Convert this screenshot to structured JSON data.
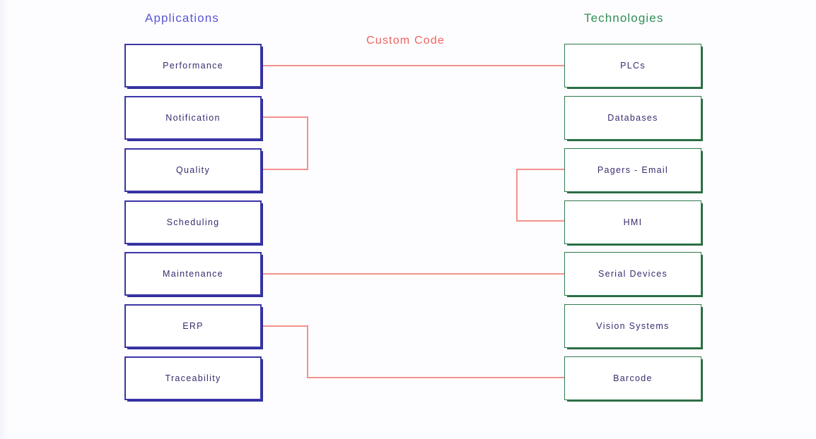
{
  "diagram": {
    "title_left": "Applications",
    "title_right": "Technologies",
    "middle_label": "Custom Code",
    "colors": {
      "applications": "#3b36a8",
      "technologies": "#2f7a4d",
      "connector": "#f4918c",
      "applications_header": "#5b55d6",
      "technologies_header": "#2f8f56",
      "middle_label": "#f2625e",
      "background": "#fdfdff"
    },
    "applications": [
      {
        "label": "Performance"
      },
      {
        "label": "Notification"
      },
      {
        "label": "Quality"
      },
      {
        "label": "Scheduling"
      },
      {
        "label": "Maintenance"
      },
      {
        "label": "ERP"
      },
      {
        "label": "Traceability"
      }
    ],
    "technologies": [
      {
        "label": "PLCs"
      },
      {
        "label": "Databases"
      },
      {
        "label": "Pagers - Email"
      },
      {
        "label": "HMI"
      },
      {
        "label": "Serial Devices"
      },
      {
        "label": "Vision Systems"
      },
      {
        "label": "Barcode"
      }
    ],
    "connections": [
      {
        "from": "Performance",
        "to": "PLCs"
      },
      {
        "from": "Notification",
        "to": ""
      },
      {
        "from": "Quality",
        "to": ""
      },
      {
        "from": "Maintenance",
        "to": "Serial Devices"
      },
      {
        "from": "ERP",
        "to": "Barcode"
      },
      {
        "from": "",
        "to": "Pagers - Email"
      },
      {
        "from": "",
        "to": "HMI"
      }
    ]
  }
}
